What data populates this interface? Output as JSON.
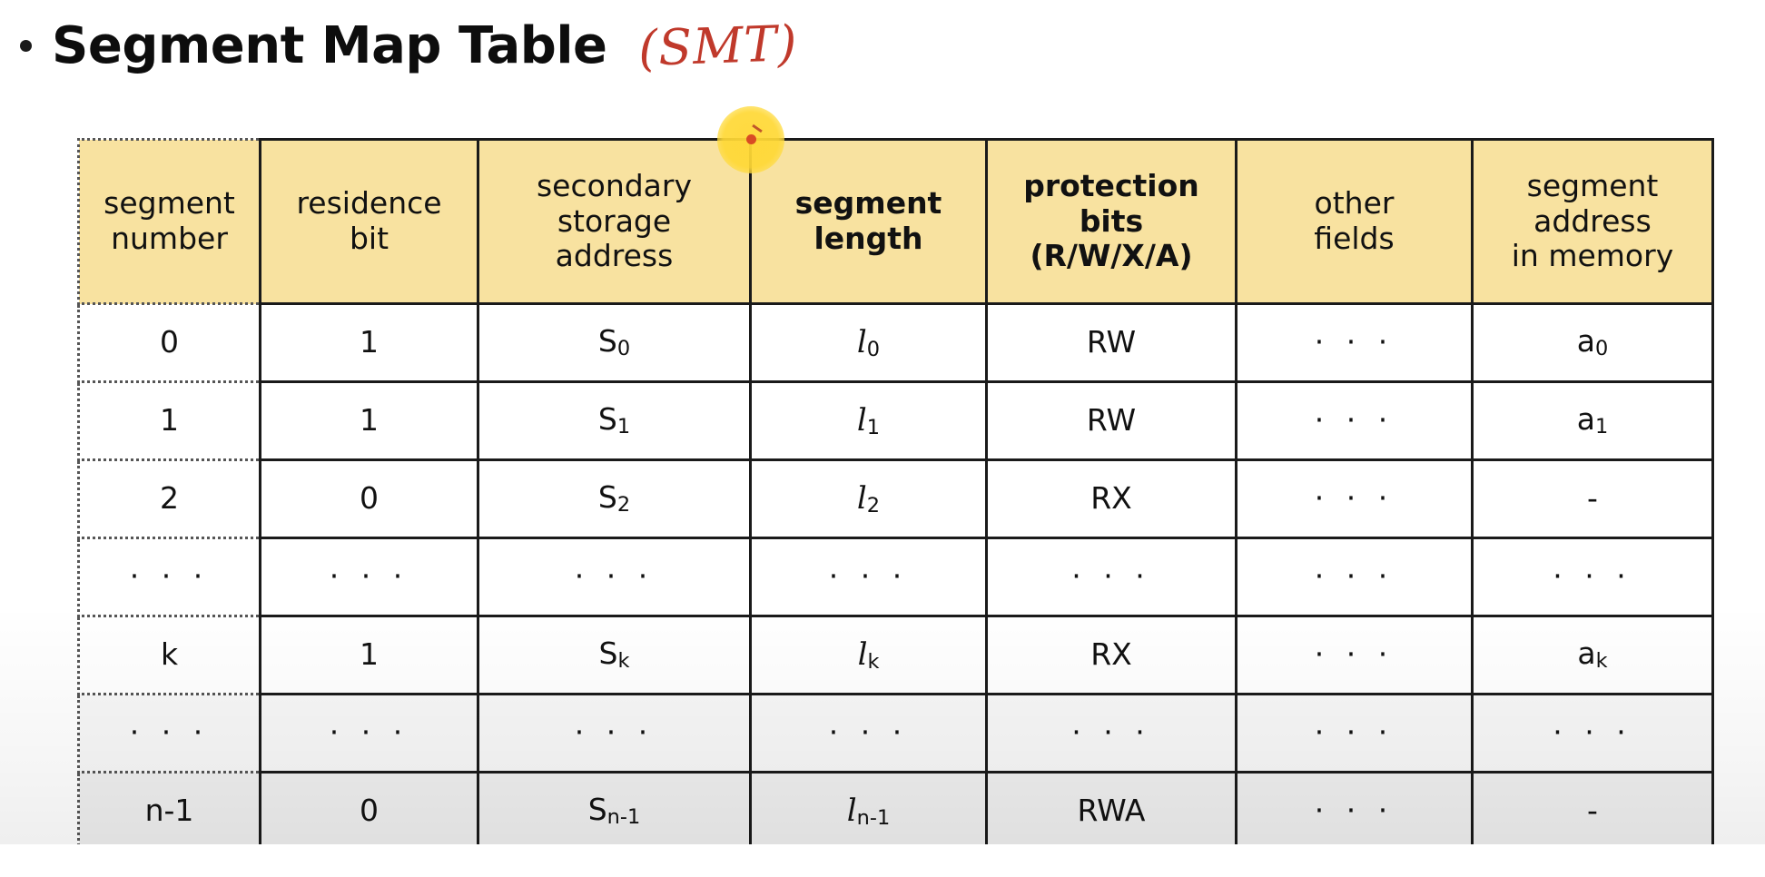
{
  "slide": {
    "bullet_glyph": "bullet-dot",
    "title": "Segment Map Table",
    "ink_annotation": "(SMT)",
    "ink_color": "#c0392b",
    "header_fill": "#f8e2a0",
    "grid_color": "#1a1a1a",
    "cursor_highlight_color": "#ffd835",
    "cursor_dot_color": "#d94b24"
  },
  "table": {
    "headers": [
      {
        "label": "segment\nnumber",
        "line1": "segment",
        "line2": "number",
        "line3": "",
        "bold": false
      },
      {
        "label": "residence\nbit",
        "line1": "residence",
        "line2": "bit",
        "line3": "",
        "bold": false
      },
      {
        "label": "secondary\nstorage\naddress",
        "line1": "secondary",
        "line2": "storage",
        "line3": "address",
        "bold": false
      },
      {
        "label": "segment\nlength",
        "line1": "segment",
        "line2": "length",
        "line3": "",
        "bold": true
      },
      {
        "label": "protection\nbits\n(R/W/X/A)",
        "line1": "protection",
        "line2": "bits",
        "line3": "(R/W/X/A)",
        "bold": true
      },
      {
        "label": "other\nfields",
        "line1": "other",
        "line2": "fields",
        "line3": "",
        "bold": false
      },
      {
        "label": "segment\naddress\nin memory",
        "line1": "segment",
        "line2": "address",
        "line3": "in memory",
        "bold": false
      }
    ],
    "rows": [
      {
        "shade": "none",
        "segment_number": "0",
        "residence_bit": "1",
        "secondary_storage_address": {
          "base": "S",
          "sub": "0"
        },
        "segment_length": {
          "base": "l",
          "sub": "0"
        },
        "protection_bits": "RW",
        "other_fields": "· · ·",
        "segment_address_in_memory": {
          "base": "a",
          "sub": "0"
        }
      },
      {
        "shade": "none",
        "segment_number": "1",
        "residence_bit": "1",
        "secondary_storage_address": {
          "base": "S",
          "sub": "1"
        },
        "segment_length": {
          "base": "l",
          "sub": "1"
        },
        "protection_bits": "RW",
        "other_fields": "· · ·",
        "segment_address_in_memory": {
          "base": "a",
          "sub": "1"
        }
      },
      {
        "shade": "none",
        "segment_number": "2",
        "residence_bit": "0",
        "secondary_storage_address": {
          "base": "S",
          "sub": "2"
        },
        "segment_length": {
          "base": "l",
          "sub": "2"
        },
        "protection_bits": "RX",
        "other_fields": "· · ·",
        "segment_address_in_memory": {
          "base": "-",
          "sub": ""
        }
      },
      {
        "shade": "none",
        "segment_number": "· · ·",
        "residence_bit": "· · ·",
        "secondary_storage_address": {
          "base": "· · ·",
          "sub": ""
        },
        "segment_length": {
          "base": "· · ·",
          "sub": ""
        },
        "protection_bits": "· · ·",
        "other_fields": "· · ·",
        "segment_address_in_memory": {
          "base": "· · ·",
          "sub": ""
        }
      },
      {
        "shade": "none",
        "segment_number": "k",
        "residence_bit": "1",
        "secondary_storage_address": {
          "base": "S",
          "sub": "k"
        },
        "segment_length": {
          "base": "l",
          "sub": "k"
        },
        "protection_bits": "RX",
        "other_fields": "· · ·",
        "segment_address_in_memory": {
          "base": "a",
          "sub": "k"
        }
      },
      {
        "shade": "shade-1",
        "segment_number": "· · ·",
        "residence_bit": "· · ·",
        "secondary_storage_address": {
          "base": "· · ·",
          "sub": ""
        },
        "segment_length": {
          "base": "· · ·",
          "sub": ""
        },
        "protection_bits": "· · ·",
        "other_fields": "· · ·",
        "segment_address_in_memory": {
          "base": "· · ·",
          "sub": ""
        }
      },
      {
        "shade": "shade-2",
        "segment_number": "n-1",
        "residence_bit": "0",
        "secondary_storage_address": {
          "base": "S",
          "sub": "n-1"
        },
        "segment_length": {
          "base": "l",
          "sub": "n-1"
        },
        "protection_bits": "RWA",
        "other_fields": "· · ·",
        "segment_address_in_memory": {
          "base": "-",
          "sub": ""
        }
      }
    ]
  }
}
